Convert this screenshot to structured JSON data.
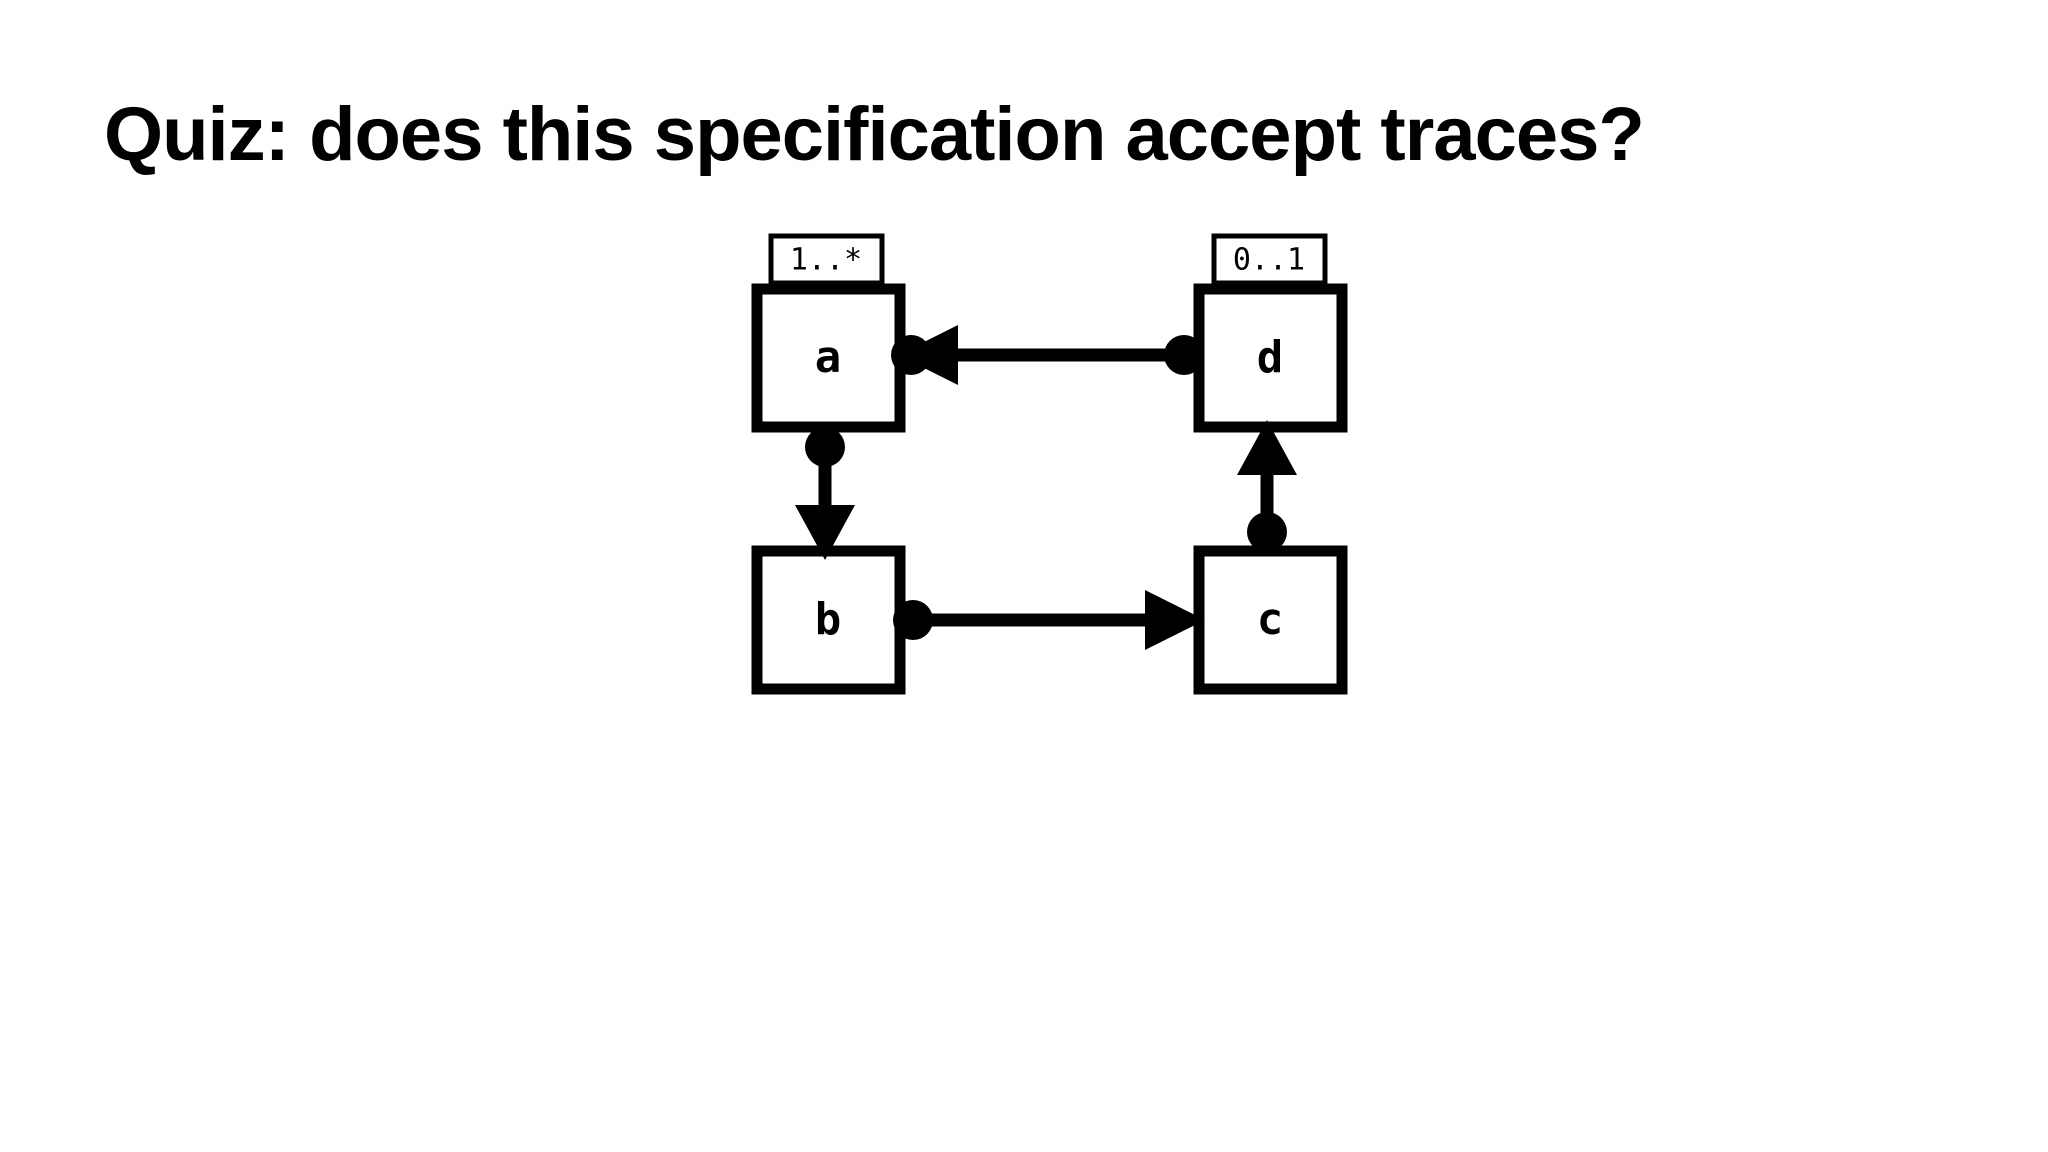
{
  "slide": {
    "title": "Quiz: does this specification accept traces?",
    "background_color": "#ffffff",
    "ink_color": "#000000"
  },
  "diagram": {
    "type": "state-machine",
    "nodes": [
      {
        "id": "a",
        "label": "a",
        "multiplicity": "1..*",
        "position": "top-left"
      },
      {
        "id": "d",
        "label": "d",
        "multiplicity": "0..1",
        "position": "top-right"
      },
      {
        "id": "b",
        "label": "b",
        "multiplicity": "",
        "position": "bottom-left"
      },
      {
        "id": "c",
        "label": "c",
        "multiplicity": "",
        "position": "bottom-right"
      }
    ],
    "edges": [
      {
        "from": "d",
        "to": "a",
        "direction": "left",
        "source_dot": true,
        "target_dot": true,
        "arrowhead": true
      },
      {
        "from": "a",
        "to": "b",
        "direction": "down",
        "source_dot": true,
        "target_dot": false,
        "arrowhead": true
      },
      {
        "from": "b",
        "to": "c",
        "direction": "right",
        "source_dot": true,
        "target_dot": false,
        "arrowhead": true
      },
      {
        "from": "c",
        "to": "d",
        "direction": "up",
        "source_dot": true,
        "target_dot": false,
        "arrowhead": true
      }
    ]
  }
}
